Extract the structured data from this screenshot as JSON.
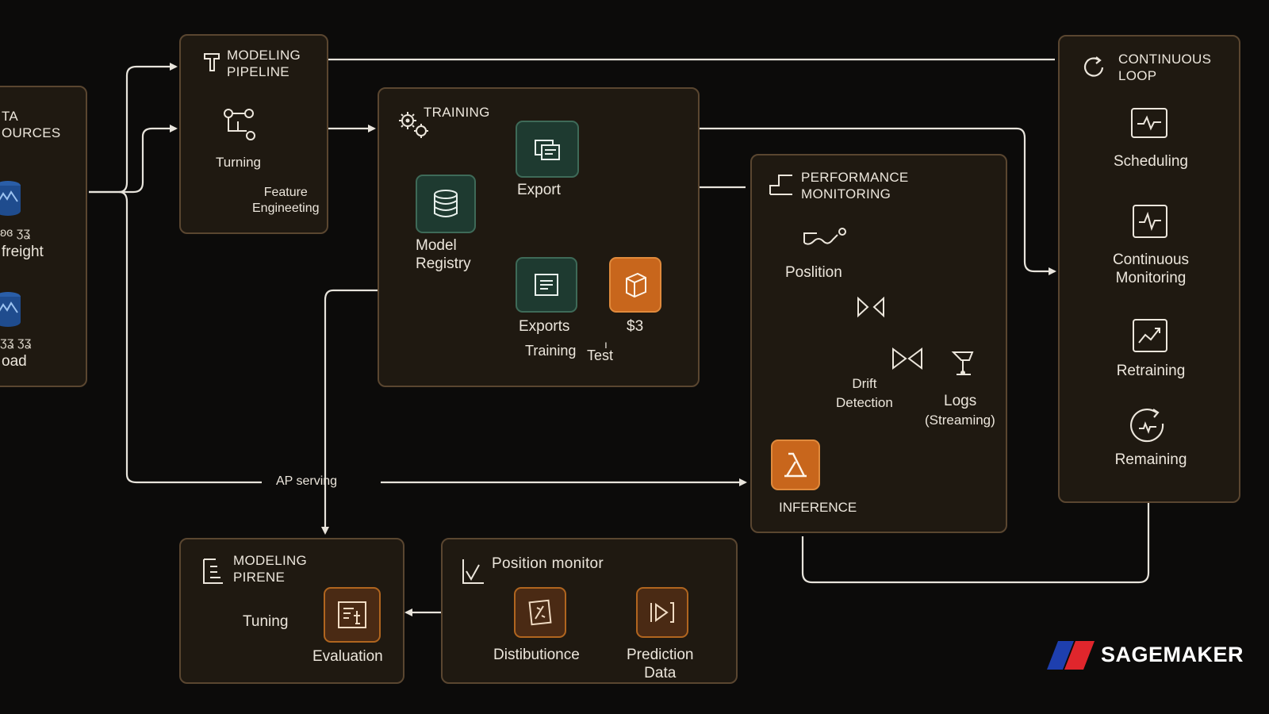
{
  "data_sources": {
    "title": "TA\nOURCES",
    "item1": "freight",
    "item2": "oad",
    "glyphs1": "ʚɞ ʒʓ",
    "glyphs2": "ʒʓ ʒʓ"
  },
  "modeling_pipeline": {
    "title": "MODELING\nPIPELINE",
    "turning": "Turning",
    "feature_engineering": "Feature\nEngineeting"
  },
  "training": {
    "title": "TRAINING",
    "model_registry": "Model\nRegistry",
    "export": "Export",
    "exports": "Exports",
    "s3": "$3",
    "training_label": "Training",
    "test_label": "Test",
    "tick": "ı"
  },
  "performance_monitoring": {
    "title": "PERFORMANCE\nMONITORING",
    "poslition": "Poslition",
    "drift_detection": "Drift\nDetection",
    "logs": "Logs",
    "logs_sub": "(Streaming)",
    "inference": "INFERENCE"
  },
  "continuous_loop": {
    "title": "CONTINUOUS\nLOOP",
    "items": [
      "Scheduling",
      "Continuous\nMonitoring",
      "Retraining",
      "Remaining"
    ]
  },
  "ap_serving": "AP serving",
  "modeling_pirene": {
    "title": "MODELING\nPIRENE",
    "tuning": "Tuning",
    "evaluation": "Evaluation"
  },
  "position_monitor": {
    "title": "Position monitor",
    "distibutionce": "Distibutionce",
    "prediction_data": "Prediction\nData"
  },
  "brand": "SAGEMAKER",
  "colors": {
    "background": "#0c0b0a",
    "panel": "#1f1911",
    "panel_border": "#5a4630",
    "green_tile": "#1e3a30",
    "orange_tile": "#c8661c",
    "arrow": "#e8e4dc",
    "brand_blue": "#1e3fae",
    "brand_red": "#e0262c"
  }
}
